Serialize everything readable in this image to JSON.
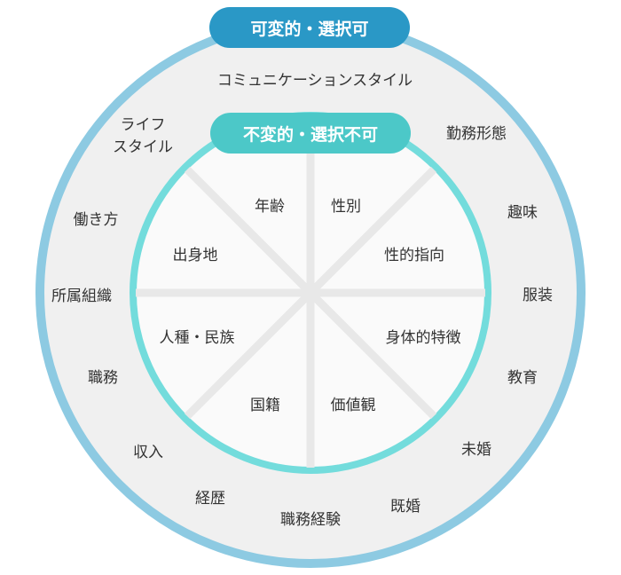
{
  "outer_title": "可変的・選択可",
  "inner_title": "不変的・選択不可",
  "outer_items": [
    "コミュニケーションスタイル",
    "勤務形態",
    "趣味",
    "服装",
    "教育",
    "未婚",
    "既婚",
    "職務経験",
    "経歴",
    "収入",
    "職務",
    "所属組織",
    "働き方",
    "ライフ",
    "スタイル"
  ],
  "inner_items": [
    "年齢",
    "性別",
    "出身地",
    "性的指向",
    "人種・民族",
    "身体的特徴",
    "国籍",
    "価値観"
  ],
  "colors": {
    "outer_ring": "#8dcae2",
    "outer_fill": "#f0f0f0",
    "outer_pill": "#2a98c6",
    "inner_ring": "#73dcdc",
    "inner_fill": "#fafafa",
    "inner_pill": "#4cc8c8",
    "spokes": "#e8e8e8",
    "text": "#333333"
  }
}
